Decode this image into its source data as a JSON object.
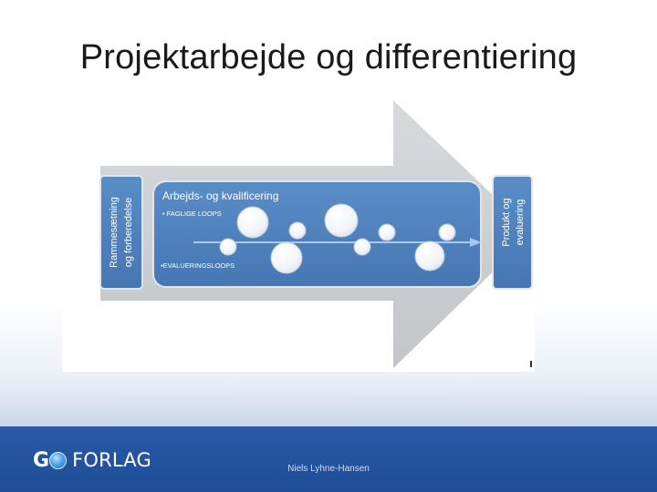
{
  "slide": {
    "title": "Projektarbejde og differentiering",
    "footer_author": "Niels Lyhne-Hansen"
  },
  "logo": {
    "go": "G",
    "go_tail": "",
    "forlag": "FORLAG"
  },
  "diagram": {
    "left_box_line1": "Rammesætning",
    "left_box_line2": "og forberedelse",
    "center_box_title": "Arbejds- og kvalificering",
    "loop_faglige": "• FAGLIGE LOOPS",
    "loop_evaluering": "•EVALUERINGSLOOPS",
    "right_box_line1": "Produkt og",
    "right_box_line2": "evaluering"
  },
  "colors": {
    "arrow_gray": "#c9cbcf",
    "box_blue": "#4f81bd",
    "box_border": "#cfe0f2",
    "footer_blue": "#2459a6"
  }
}
